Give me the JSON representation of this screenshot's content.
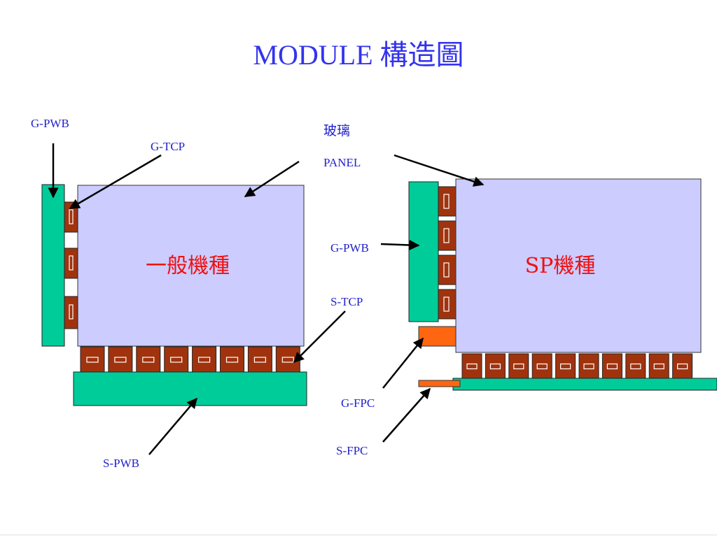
{
  "title": "MODULE  構造圖",
  "labels": {
    "g_pwb_left": "G-PWB",
    "g_tcp": "G-TCP",
    "glass": "玻璃",
    "panel": "PANEL",
    "general_model": "一般機種",
    "sp_model": "SP機種",
    "g_pwb_right": "G-PWB",
    "s_tcp": "S-TCP",
    "g_fpc": "G-FPC",
    "s_fpc": "S-FPC",
    "s_pwb": "S-PWB"
  },
  "colors": {
    "panel": "#ccccff",
    "pwb": "#00cc99",
    "tcp": "#a0330e",
    "fpc": "#ff6611",
    "label": "#2222cc",
    "model_text": "#ee1111",
    "title": "#3333ee"
  }
}
